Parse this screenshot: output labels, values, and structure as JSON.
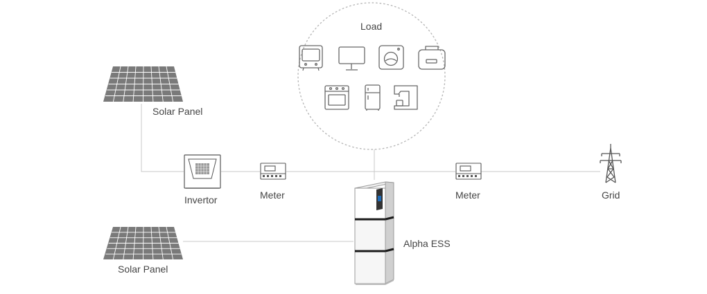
{
  "labels": {
    "load": "Load",
    "solar_panel_top": "Solar Panel",
    "inverter": "Invertor",
    "meter_left": "Meter",
    "meter_right": "Meter",
    "grid": "Grid",
    "ess": "Alpha ESS",
    "solar_panel_bottom": "Solar Panel"
  },
  "load_icons": [
    "tv-icon",
    "monitor-icon",
    "washing-machine-icon",
    "microwave-icon",
    "oven-icon",
    "fridge-icon",
    "coffee-machine-icon"
  ],
  "colors": {
    "line": "#c8c8c8",
    "icon_stroke": "#666666",
    "panel_fill": "#7a7a7a",
    "panel_grid": "#ffffff",
    "text": "#444444"
  }
}
